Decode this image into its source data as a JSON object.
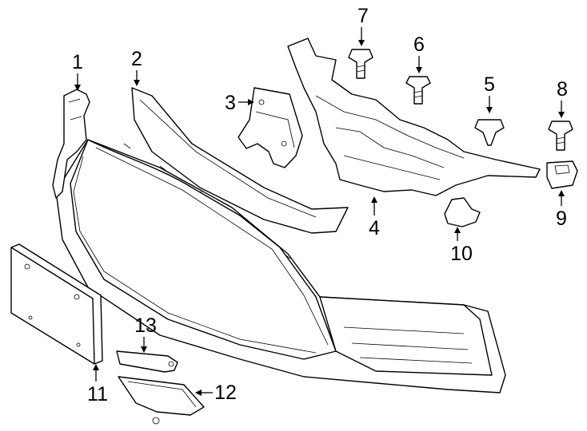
{
  "callouts": [
    {
      "id": "1"
    },
    {
      "id": "2"
    },
    {
      "id": "3"
    },
    {
      "id": "4"
    },
    {
      "id": "5"
    },
    {
      "id": "6"
    },
    {
      "id": "7"
    },
    {
      "id": "8"
    },
    {
      "id": "9"
    },
    {
      "id": "10"
    },
    {
      "id": "11"
    },
    {
      "id": "12"
    },
    {
      "id": "13"
    }
  ],
  "colors": {
    "line": "#000000",
    "background": "#ffffff"
  }
}
